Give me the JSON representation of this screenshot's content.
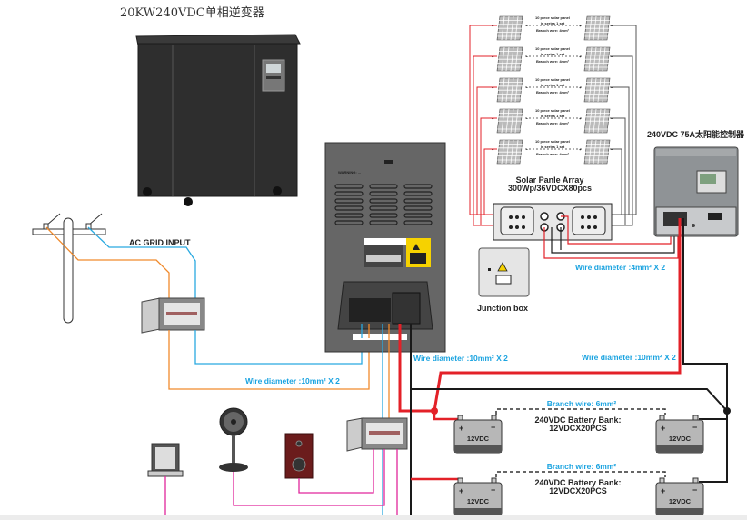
{
  "title": "20KW240VDC单相逆变器",
  "inverter": {
    "label": "20KW240VDC单相逆变器"
  },
  "controller": {
    "label": "240VDC 75A太阳能控制器"
  },
  "solar_array": {
    "label_line1": "Solar Panle Array",
    "label_line2": "300Wp/36VDCX80pcs",
    "string_note_line1": "10 piece solar panel",
    "string_note_line2": "in series 1 set",
    "string_note_line3": "Branch wire: 4mm²",
    "plus": "+",
    "minus": "−"
  },
  "junction_box": {
    "label": "Junction box"
  },
  "grid": {
    "label": "AC GRID INPUT"
  },
  "wires": {
    "pv_to_controller": "Wire diameter :4mm² X 2",
    "inverter_to_battery": "Wire diameter :10mm² X 2",
    "controller_to_battery": "Wire diameter :10mm² X 2",
    "grid_to_inverter": "Wire diameter :10mm² X 2"
  },
  "battery_banks": [
    {
      "branch": "Branch wire:  6mm²",
      "line1": "240VDC Battery Bank:",
      "line2": "12VDCX20PCS"
    },
    {
      "branch": "Branch wire:  6mm²",
      "line1": "240VDC Battery Bank:",
      "line2": "12VDCX20PCS"
    }
  ],
  "battery": {
    "label": "12VDC",
    "plus": "+",
    "minus": "−"
  },
  "colors": {
    "ac_live": "#f08a2c",
    "ac_neutral": "#29a9e0",
    "dc_positive": "#e32128",
    "dc_negative": "#1a1a1a",
    "load": "#e0269c",
    "label_blue": "#1aa3e0"
  },
  "loads": [
    "computer-icon",
    "fan-icon",
    "speaker-icon"
  ]
}
